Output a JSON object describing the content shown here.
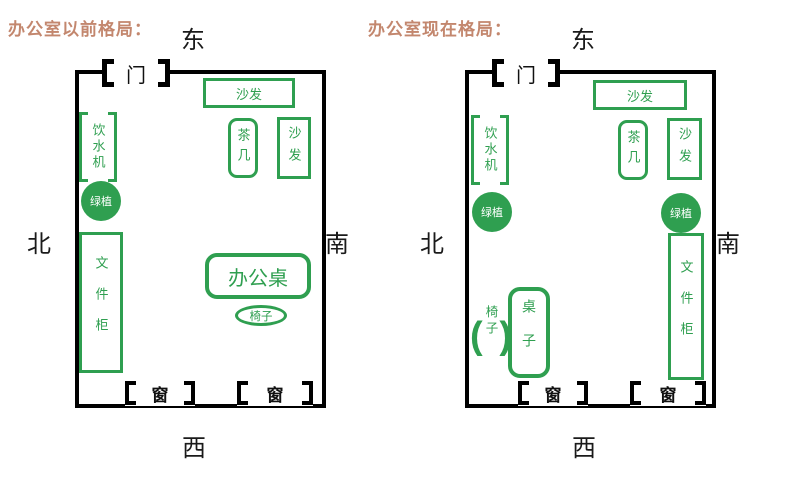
{
  "colors": {
    "green": "#2f9f50",
    "wall": "#000000",
    "title_text": "#c3876e"
  },
  "plans": {
    "previous": {
      "title": "办公室以前格局：",
      "directions": {
        "east": "东",
        "north": "北",
        "south": "南",
        "west": "西"
      },
      "door": "门",
      "window_left": "窗",
      "window_right": "窗",
      "sofa_top": "沙发",
      "water_dispenser": "饮水机",
      "tea_table": "茶几",
      "sofa_side": "沙发",
      "plant": "绿植",
      "file_cabinet": "文件柜",
      "desk": "办公桌",
      "chair": "椅子"
    },
    "current": {
      "title": "办公室现在格局：",
      "directions": {
        "east": "东",
        "north": "北",
        "south": "南",
        "west": "西"
      },
      "door": "门",
      "window_left": "窗",
      "window_right": "窗",
      "sofa_top": "沙发",
      "water_dispenser": "饮水机",
      "tea_table": "茶几",
      "sofa_side": "沙发",
      "plant_north": "绿植",
      "plant_south": "绿植",
      "file_cabinet": "文件柜",
      "table": "桌子",
      "chair": "椅子"
    }
  }
}
